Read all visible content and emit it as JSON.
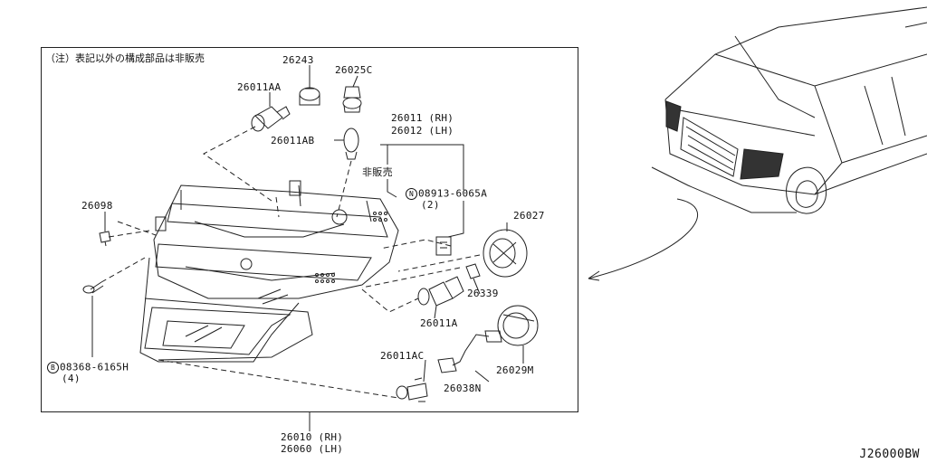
{
  "note": "（注）表記以外の構成部品は非販売",
  "not_for_sale": "非販売",
  "diagram_id": "J26000BW",
  "parts": {
    "p26243": "26243",
    "p26025C": "26025C",
    "p26011AA": "26011AA",
    "p26011AB": "26011AB",
    "p26011": "26011 (RH)",
    "p26012": "26012 (LH)",
    "p26098": "26098",
    "p08913": "08913-6065A",
    "p08913_qty": "(2)",
    "p08913_prefix": "N",
    "p26027": "26027",
    "p26339": "26339",
    "p26011A": "26011A",
    "p08368": "08368-6165H",
    "p08368_qty": "(4)",
    "p08368_prefix": "B",
    "p26011AC": "26011AC",
    "p26038N": "26038N",
    "p26029M": "26029M",
    "p26010": "26010 (RH)",
    "p26060": "26060 (LH)"
  }
}
